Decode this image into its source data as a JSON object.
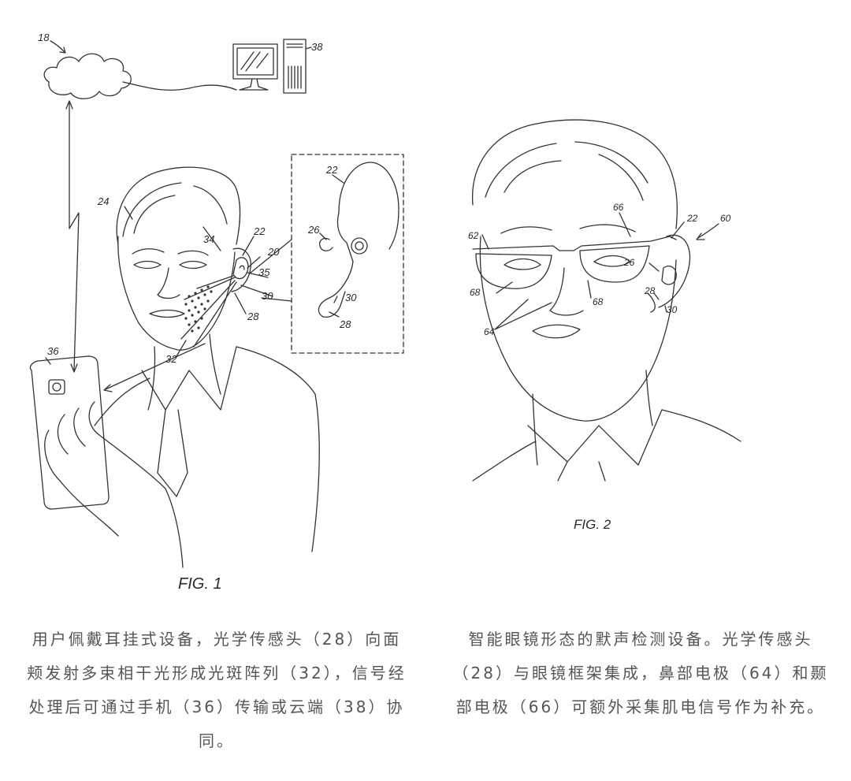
{
  "figure1": {
    "label": "FIG. 1",
    "refs": {
      "r18": "18",
      "r38": "38",
      "r22a": "22",
      "r26": "26",
      "r30a": "30",
      "r28a": "28",
      "r24": "24",
      "r34": "34",
      "r22b": "22",
      "r20": "20",
      "r35": "35",
      "r30b": "30",
      "r28b": "28",
      "r32": "32",
      "r36": "36"
    },
    "caption": "用户佩戴耳挂式设备，光学传感头（28）向面颊发射多束相干光形成光斑阵列（32），信号经处理后可通过手机（36）传输或云端（38）协同。"
  },
  "figure2": {
    "label": "FIG. 2",
    "refs": {
      "r66": "66",
      "r22": "22",
      "r60": "60",
      "r62": "62",
      "r26": "26",
      "r68a": "68",
      "r68b": "68",
      "r28": "28",
      "r30": "30",
      "r64": "64"
    },
    "caption": "智能眼镜形态的默声检测设备。光学传感头（28）与眼镜框架集成，鼻部电极（64）和颞部电极（66）可额外采集肌电信号作为补充。"
  }
}
